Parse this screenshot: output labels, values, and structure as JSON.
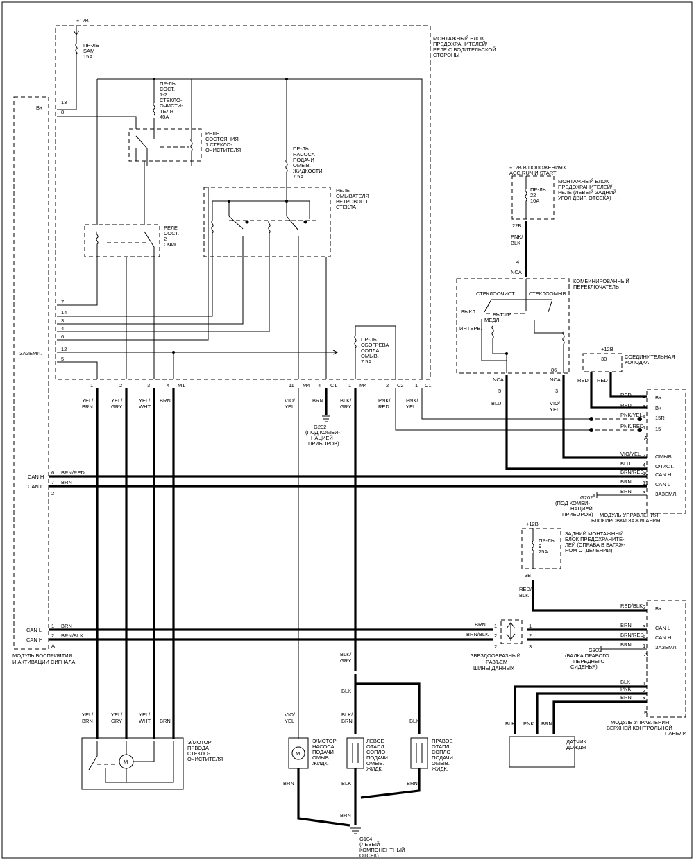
{
  "fuse_block": {
    "power": "+12В",
    "title": [
      "МОНТАЖНЫЙ БЛОК",
      "ПРЕДОХРАНИТЕЛЕЙ/",
      "РЕЛЕ С ВОДИТЕЛЬСКОЙ",
      "СТОРОНЫ"
    ],
    "fuse_sam": [
      "ПР-ЛЬ",
      "SAM",
      "15A"
    ],
    "fuse_wiper": [
      "ПР-ЛЬ",
      "СОСТ.",
      "1-2",
      "СТЕКЛО-",
      "ОЧИСТИ-",
      "ТЕЛЯ",
      "40A"
    ],
    "relay_state1": [
      "РЕЛЕ",
      "СОСТОЯНИЯ",
      "1 СТЕКЛО-",
      "ОЧИСТИТЕЛЯ"
    ],
    "relay_state2": [
      "РЕЛЕ",
      "СОСТ.",
      "2",
      "ОЧИСТ."
    ],
    "fuse_pump": [
      "ПР-ЛЬ",
      "НАСОСА",
      "ПОДАЧИ",
      "ОМЫВ.",
      "ЖИДКОСТИ",
      "7.5A"
    ],
    "relay_washer": [
      "РЕЛЕ",
      "ОМЫВАТЕЛЯ",
      "ВЕТРОВОГО",
      "СТЕКЛА"
    ],
    "fuse_heater": [
      "ПР-ЛЬ",
      "ОБОГРЕВА",
      "СОПЛА",
      "ОМЫВ.",
      "7.5A"
    ],
    "left_pins": [
      "13",
      "8",
      "7",
      "14",
      "3",
      "4",
      "6",
      "12",
      "5"
    ],
    "bplus": "B+",
    "ground_label": "ЗАЗЕМЛ.",
    "bottom_pins": [
      "1",
      "2",
      "3",
      "4",
      "M1",
      "11",
      "M4",
      "4",
      "C1",
      "1",
      "M4",
      "2",
      "C2",
      "1",
      "C1"
    ]
  },
  "wires_top": {
    "colors": [
      "YEL/",
      "BRN",
      "YEL/",
      "GRY",
      "YEL/",
      "WHT",
      "BRN",
      "VIO/",
      "YEL",
      "BRN",
      "BLK/",
      "GRY",
      "PNK/",
      "RED",
      "PNK/",
      "YEL"
    ]
  },
  "g202_top": [
    "G202",
    "(ПОД КОМБИ-",
    "НАЦИЕЙ",
    "ПРИБОРОВ)"
  ],
  "ign_fuse": {
    "power": [
      "+12В В ПОЛОЖЕНИЯХ",
      "ACC,RUN И START"
    ],
    "fuse": [
      "ПР-ЛЬ",
      "22",
      "10A"
    ],
    "title": [
      "МОНТАЖНЫЙ БЛОК",
      "ПРЕДОХРАНИТЕЛЕЙ/",
      "РЕЛЕ (ЛЕВЫЙ ЗАДНИЙ",
      "УГОЛ ДВИГ. ОТСЕКА)"
    ],
    "pin": "22B",
    "wire": [
      "PNK/",
      "BLK"
    ],
    "connector_pin": "4",
    "connector": "NCA"
  },
  "combo_switch": {
    "title": [
      "КОМБИНИРОВАННЫЙ",
      "ПЕРЕКЛЮЧАТЕЛЬ"
    ],
    "wiper": "СТЕКЛООЧИСТ.",
    "washer": "СТЕКЛООМЫВ.",
    "off": "ВЫКЛ.",
    "fast": "БЫСТР.",
    "slow": "МЕДЛ.",
    "interval": "ИНТЕРВ.",
    "out1": [
      "NCA",
      "5",
      "BLU"
    ],
    "out2": [
      "NCA",
      "86",
      "3",
      "VIO/",
      "YEL"
    ]
  },
  "junction": {
    "power": "+12В",
    "pin": "30",
    "title": [
      "СОЕДИНИТЕЛЬНАЯ",
      "КОЛОДКА"
    ],
    "red1": "RED",
    "red2": "RED"
  },
  "ignition_module": {
    "title": [
      "МОДУЛЬ УПРАВЛЕНИЯ",
      "БЛОКИРОВКИ ЗАЖИГАНИЯ"
    ],
    "rows": [
      {
        "wire": "RED",
        "pin": "2",
        "label": "B+"
      },
      {
        "wire": "RED",
        "pin": "3",
        "label": "B+"
      },
      {
        "wire": "PNK/YEL",
        "pin": "4",
        "label": "15R"
      },
      {
        "wire": "PNK/RED",
        "pin": "1",
        "label": "15"
      },
      {
        "wire": "VIO/YEL",
        "pin": "2",
        "label": "ОМЫВ."
      },
      {
        "wire": "BLU",
        "pin": "4",
        "label": "ОЧИСТ."
      },
      {
        "wire": "BRN/RED",
        "pin": "10",
        "label": "CAN H"
      },
      {
        "wire": "BRN",
        "pin": "11",
        "label": "CAN L"
      },
      {
        "wire": "BRN",
        "pin": "3",
        "label": "ЗАЗЕМЛ."
      }
    ],
    "pin_a": "A",
    "g202": [
      "G202",
      "(ПОД КОМБИ-",
      "НАЦИЕЙ",
      "ПРИБОРОВ)"
    ]
  },
  "can_left": {
    "canh": "CAN H",
    "canl": "CAN L",
    "pin6": "6",
    "pin7": "7",
    "pin2": "2",
    "wire1": "BRN/RED",
    "wire2": "BRN"
  },
  "rear_fuse": {
    "power": "+12В",
    "fuse": [
      "ПР-ЛЬ",
      "9",
      "25A"
    ],
    "title": [
      "ЗАДНИЙ МОНТАЖНЫЙ",
      "БЛОК ПРЕДОХРАНИТЕ-",
      "ЛЕЙ (СПРАВА В БАГАЖ-",
      "НОМ ОТДЕЛЕНИИ)"
    ],
    "pin": "3B",
    "wire": [
      "RED/",
      "BLK"
    ]
  },
  "signal_module": {
    "title": [
      "МОДУЛЬ ВОСПРИЯТИЯ",
      "И АКТИВАЦИИ СИГНАЛА"
    ],
    "canl": "CAN L",
    "canh": "CAN H",
    "pin1": "1",
    "pin2": "2",
    "pin_a": "A",
    "wire1": "BRN",
    "wire2": "BRN/BLK"
  },
  "star": {
    "title": [
      "ЗВЕЗДООБРАЗНЫЙ",
      "РАЗЪЕМ",
      "ШИНЫ ДАННЫХ"
    ],
    "w1": "BRN",
    "w2": "BRN/BLK",
    "pins": [
      "1",
      "2",
      "2",
      "1",
      "2",
      "3"
    ]
  },
  "overhead_module": {
    "title": [
      "МОДУЛЬ УПРАВЛЕНИЯ",
      "ВЕРХНЕЙ КОНТРОЛЬНОЙ",
      "ПАНЕЛИ"
    ],
    "rows": [
      {
        "wire": "RED/BLK",
        "pin": "2",
        "label": "B+"
      },
      {
        "wire": "BRN",
        "pin": "3",
        "label": "CAN L"
      },
      {
        "wire": "BRN/RED",
        "pin": "6",
        "label": "CAN H"
      },
      {
        "wire": "BRN",
        "pin": "1",
        "label": "ЗАЗЕМЛ."
      },
      {
        "wire": "BLK",
        "pin": "1",
        "label": ""
      },
      {
        "wire": "PNK",
        "pin": "2",
        "label": ""
      },
      {
        "wire": "BRN",
        "pin": "3",
        "label": ""
      }
    ],
    "pin_a": "A",
    "pin_b": "B",
    "g301": [
      "G301",
      "(БАЛКА ПРАВОГО",
      "ПЕРЕДНЕГО",
      "СИДЕНЬЯ)"
    ]
  },
  "rain_sensor": {
    "title": [
      "ДАТЧИК",
      "ДОЖДЯ"
    ],
    "wires": [
      "BLK",
      "PNK",
      "BRN"
    ]
  },
  "wiper_motor": {
    "title": [
      "Э/МОТОР",
      "ПРВОДА",
      "СТЕКЛО-",
      "ОЧИСТИТЕЛЯ"
    ],
    "wires": [
      "YEL/",
      "BRN",
      "YEL/",
      "GRY",
      "YEL/",
      "WHT",
      "BRN"
    ],
    "m": "M"
  },
  "pump_motor": {
    "title": [
      "Э/МОТОР",
      "НАСОСА",
      "ПОДАЧИ",
      "ОМЫВ.",
      "ЖИДК."
    ],
    "wire_in": [
      "VIO/",
      "YEL"
    ],
    "wire_out": "BRN",
    "m": "M"
  },
  "heaters": {
    "bus": [
      "BLK/",
      "GRY"
    ],
    "blk": "BLK",
    "blkbrn": [
      "BLK/",
      "BRN"
    ],
    "left": [
      "ЛЕВОЕ",
      "ОТАПЛ.",
      "СОПЛО",
      "ПОДАЧИ",
      "ОМЫВ.",
      "ЖИДК."
    ],
    "right": [
      "ПРАВОЕ",
      "ОТАПЛ.",
      "СОПЛО",
      "ПОДАЧИ",
      "ОМЫВ.",
      "ЖИДК."
    ],
    "brn": "BRN"
  },
  "g104": {
    "wire": "BRN",
    "title": [
      "G104",
      "(ЛЕВЫЙ",
      "КОМПОНЕНТНЫЙ",
      "ОТСЕК)"
    ]
  }
}
